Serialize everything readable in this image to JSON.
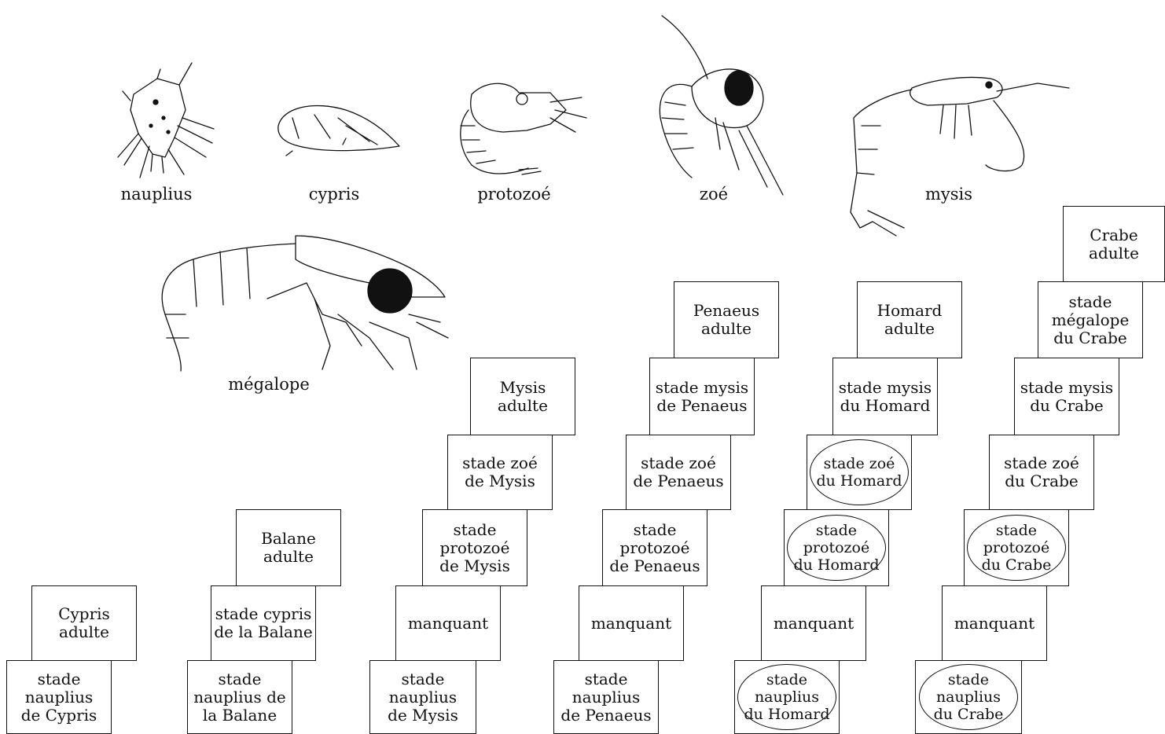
{
  "larvae": [
    {
      "name": "nauplius",
      "label": "nauplius"
    },
    {
      "name": "cypris",
      "label": "cypris"
    },
    {
      "name": "protozoe",
      "label": "protozoé"
    },
    {
      "name": "zoe",
      "label": "zoé"
    },
    {
      "name": "mysis",
      "label": "mysis"
    },
    {
      "name": "megalope",
      "label": "mégalope"
    }
  ],
  "columns": [
    {
      "name": "cypris",
      "boxes": [
        "stade\nnauplius\nde Cypris",
        "Cypris\nadulte"
      ]
    },
    {
      "name": "balane",
      "boxes": [
        "stade\nnauplius de\nla Balane",
        "stade cypris\nde la Balane",
        "Balane\nadulte"
      ]
    },
    {
      "name": "mysis",
      "boxes": [
        "stade\nnauplius\nde Mysis",
        "manquant",
        "stade\nprotozoé\nde Mysis",
        "stade zoé\nde Mysis",
        "Mysis\nadulte"
      ]
    },
    {
      "name": "penaeus",
      "boxes": [
        "stade\nnauplius\nde Penaeus",
        "manquant",
        "stade\nprotozoé\nde Penaeus",
        "stade zoé\nde Penaeus",
        "stade mysis\nde Penaeus",
        "Penaeus\nadulte"
      ]
    },
    {
      "name": "homard",
      "boxes": [
        "stade\nnauplius\ndu Homard",
        "manquant",
        "stade\nprotozoé\ndu Homard",
        "stade zoé\ndu Homard",
        "stade mysis\ndu Homard",
        "Homard\nadulte"
      ]
    },
    {
      "name": "crabe",
      "boxes": [
        "stade\nnauplius\ndu Crabe",
        "manquant",
        "stade\nprotozoé\ndu Crabe",
        "stade zoé\ndu Crabe",
        "stade mysis\ndu Crabe",
        "stade\nmégalope\ndu Crabe",
        "Crabe\nadulte"
      ]
    }
  ],
  "circled_stages": {
    "homard": [
      0,
      2,
      3
    ],
    "crabe": [
      0,
      2
    ]
  }
}
